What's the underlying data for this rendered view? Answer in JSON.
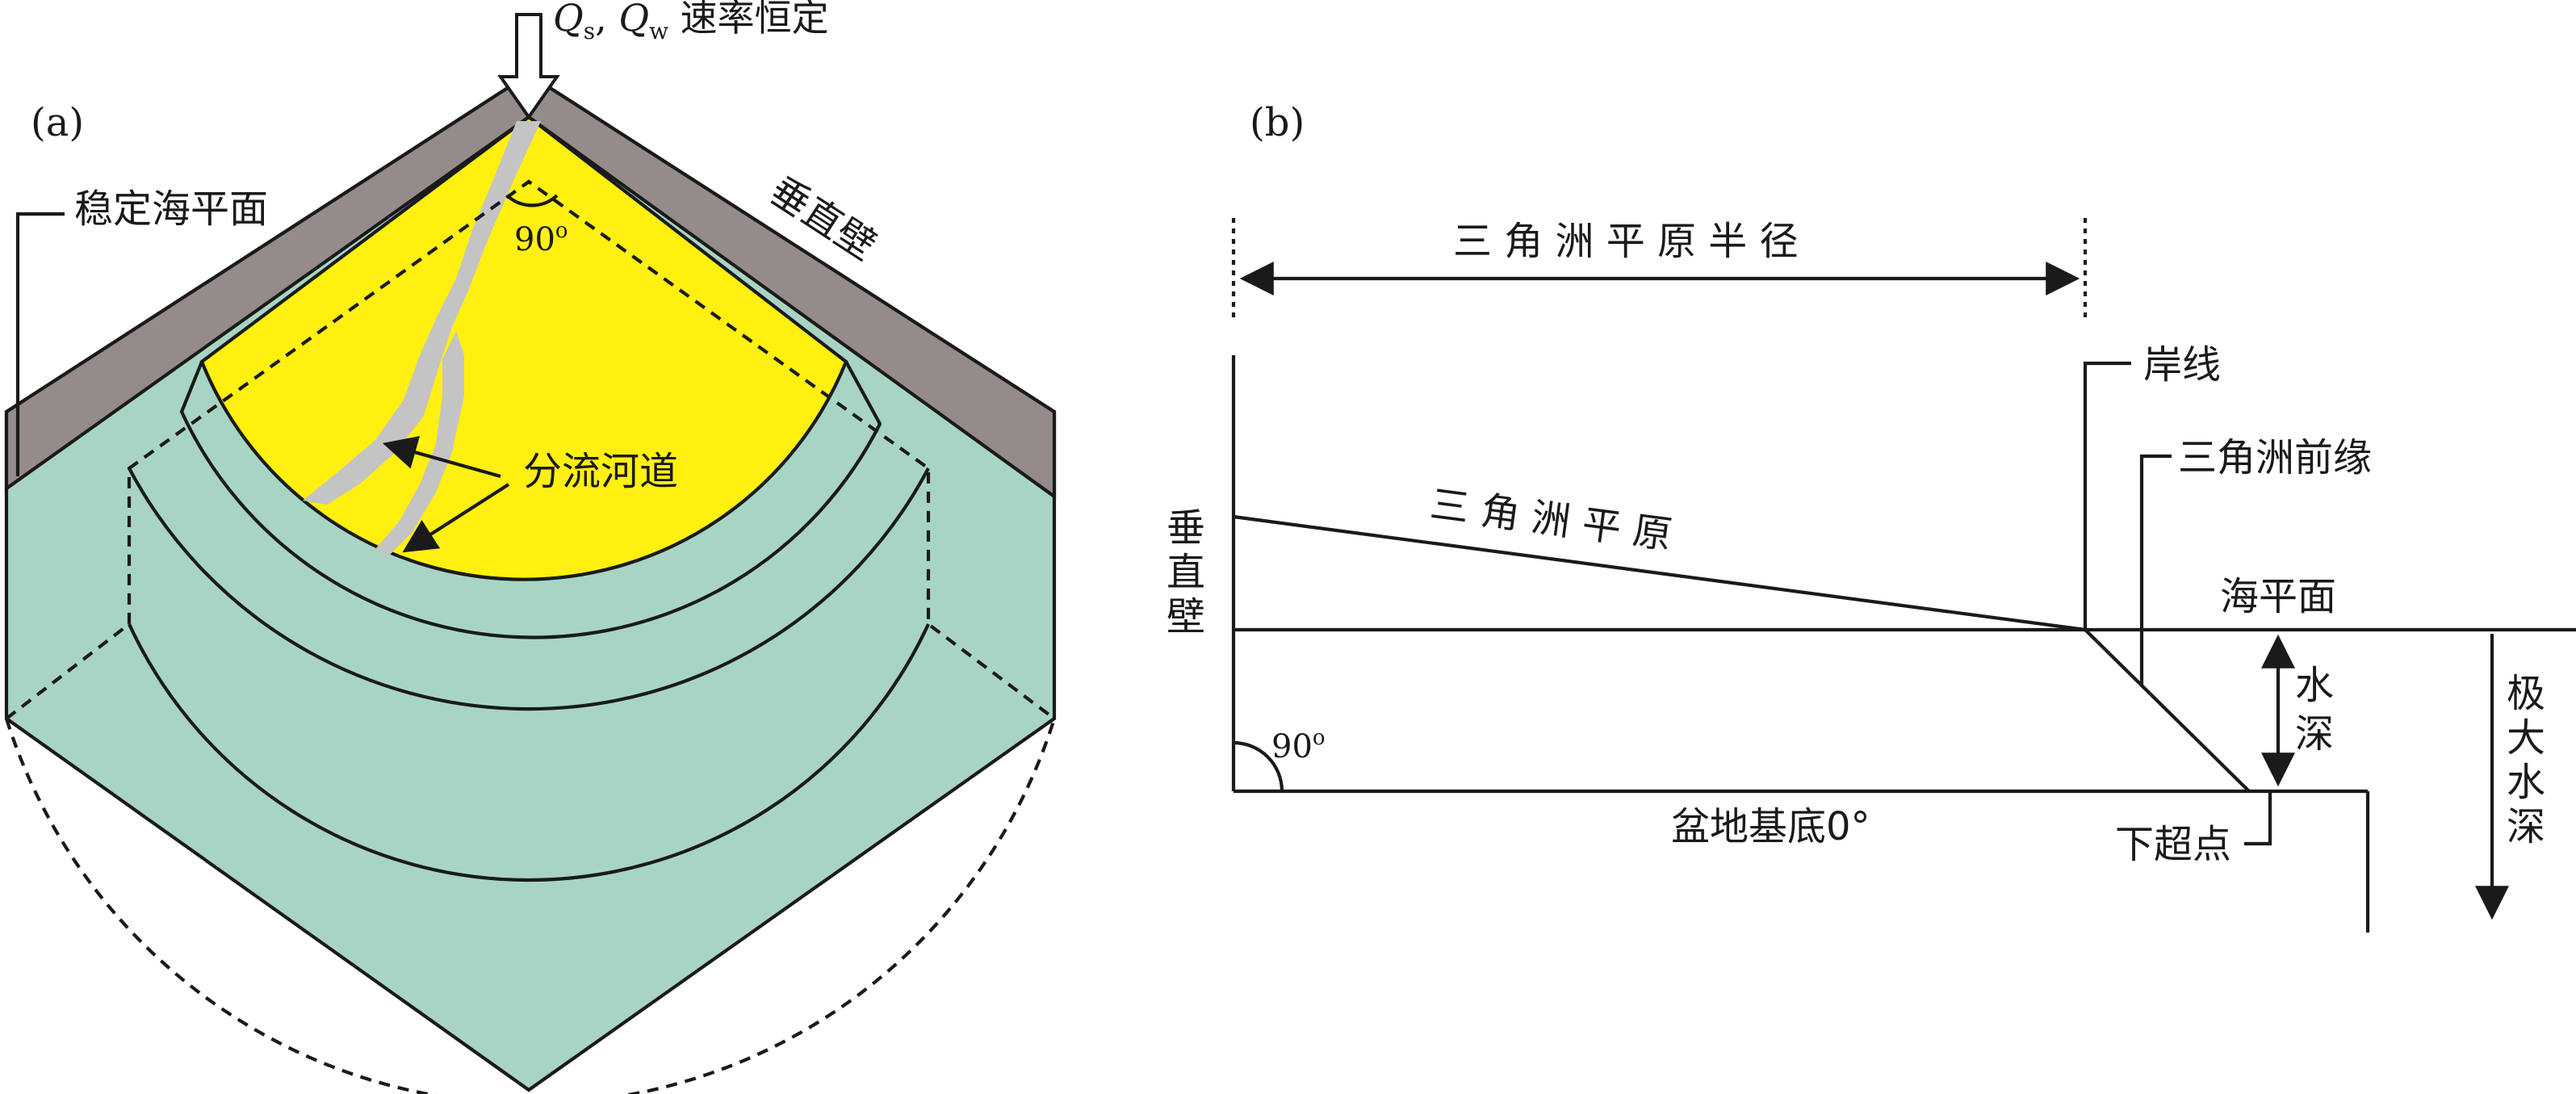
{
  "colors": {
    "sea": "#a8d5c3",
    "delta_plain": "#fff00f",
    "wall": "#948b8a",
    "channel": "#c4c4c4",
    "line": "#1a1a1a"
  },
  "panel_a": {
    "panel_label": "(a)",
    "input_label_q": "Q",
    "input_label_s": "s",
    "input_label_sep": ", ",
    "input_label_w": "w",
    "input_label_rest": " 速率恒定",
    "sea_level_label": "稳定海平面",
    "wall_label": "垂直壁",
    "angle_label": "90",
    "angle_unit": "o",
    "channels_label": "分流河道"
  },
  "panel_b": {
    "panel_label": "(b)",
    "radius_label": "三 角 洲 平 原 半 径",
    "shoreline_label": "岸线",
    "delta_front_label": "三角洲前缘",
    "delta_plain_label": "三 角 洲 平 原",
    "wall_label_chars": [
      "垂",
      "直",
      "壁"
    ],
    "sea_level_label": "海平面",
    "water_depth_chars": [
      "水",
      "深"
    ],
    "max_depth_chars": [
      "极",
      "大",
      "水",
      "深"
    ],
    "angle_label": "90",
    "angle_unit": "o",
    "basement_label": "盆地基底0°",
    "downlap_label": "下超点"
  }
}
